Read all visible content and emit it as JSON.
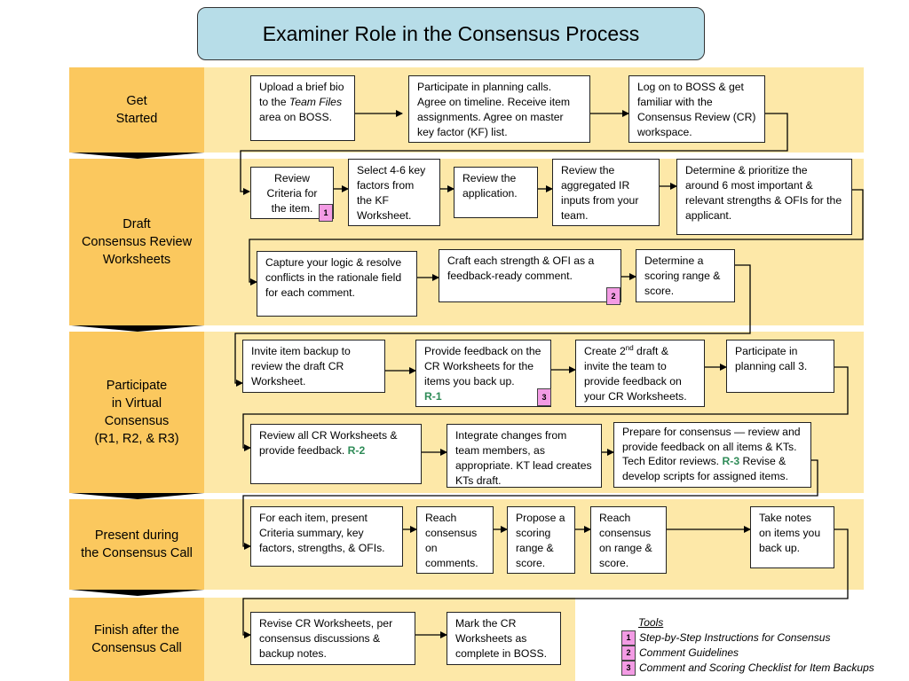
{
  "title": "Examiner Role in the Consensus Process",
  "phases": [
    {
      "label": "Get\nStarted"
    },
    {
      "label": "Draft\nConsensus Review\nWorksheets"
    },
    {
      "label": "Participate\nin Virtual\nConsensus\n(R1, R2, & R3)"
    },
    {
      "label": "Present during\nthe Consensus Call"
    },
    {
      "label": "Finish after the\nConsensus Call"
    }
  ],
  "steps": {
    "s1a": {
      "pre": "Upload a brief bio to the ",
      "em": "Team Files",
      "post": " area on BOSS."
    },
    "s1b": "Participate in planning calls. Agree on timeline. Receive item assignments. Agree on master key factor (KF) list.",
    "s1c": "Log on to BOSS & get familiar with the Consensus Review (CR) workspace.",
    "s2a": "Review Criteria for the item.",
    "s2b": "Select 4-6 key factors from the KF Worksheet.",
    "s2c": "Review the application.",
    "s2d": "Review the aggregated IR inputs from your team.",
    "s2e": "Determine & prioritize the around 6 most important & relevant strengths & OFIs for the applicant.",
    "s2f": "Capture your logic & resolve conflicts in the rationale field for each comment.",
    "s2g": "Craft each strength & OFI as a feedback-ready comment.",
    "s2h": "Determine a scoring range & score.",
    "s3a": "Invite item backup to review the draft CR Worksheet.",
    "s3b": {
      "text": "Provide feedback on the CR Worksheets for the items you back up.",
      "tag": "R-1"
    },
    "s3c": {
      "pre": "Create 2",
      "sup": "nd",
      "post": " draft & invite the team to provide feedback on your CR Worksheets."
    },
    "s3d": "Participate in planning call 3.",
    "s3e": {
      "text": "Review all CR Worksheets & provide feedback.",
      "tag": "R-2"
    },
    "s3f": "Integrate changes from team members, as appropriate.  KT lead creates KTs draft.",
    "s3g": {
      "text": "Prepare for consensus — review and provide feedback on all items & KTs. Tech Editor reviews.",
      "tag": "R-3",
      "post": "Revise & develop  scripts for assigned items."
    },
    "s4a": "For each item, present Criteria summary, key factors, strengths, & OFIs.",
    "s4b": "Reach consensus on comments.",
    "s4c": "Propose a scoring range & score.",
    "s4d": "Reach consensus on range & score.",
    "s4e": "Take notes on items you back up.",
    "s5a": "Revise CR Worksheets, per consensus discussions & backup notes.",
    "s5b": "Mark the CR Worksheets as complete in BOSS."
  },
  "tool_tags": [
    "1",
    "2",
    "3"
  ],
  "tools": {
    "heading": "Tools",
    "items": [
      {
        "num": "1",
        "label": "Step-by-Step Instructions for Consensus"
      },
      {
        "num": "2",
        "label": "Comment Guidelines"
      },
      {
        "num": "3",
        "label": "Comment and Scoring Checklist for Item Backups"
      }
    ]
  },
  "colors": {
    "title_fill": "#b7dde8",
    "phase_fill": "#fbc85e",
    "band_fill": "#fde8a8",
    "tag_fill": "#f39be4",
    "r_tag": "#2e8b57"
  }
}
